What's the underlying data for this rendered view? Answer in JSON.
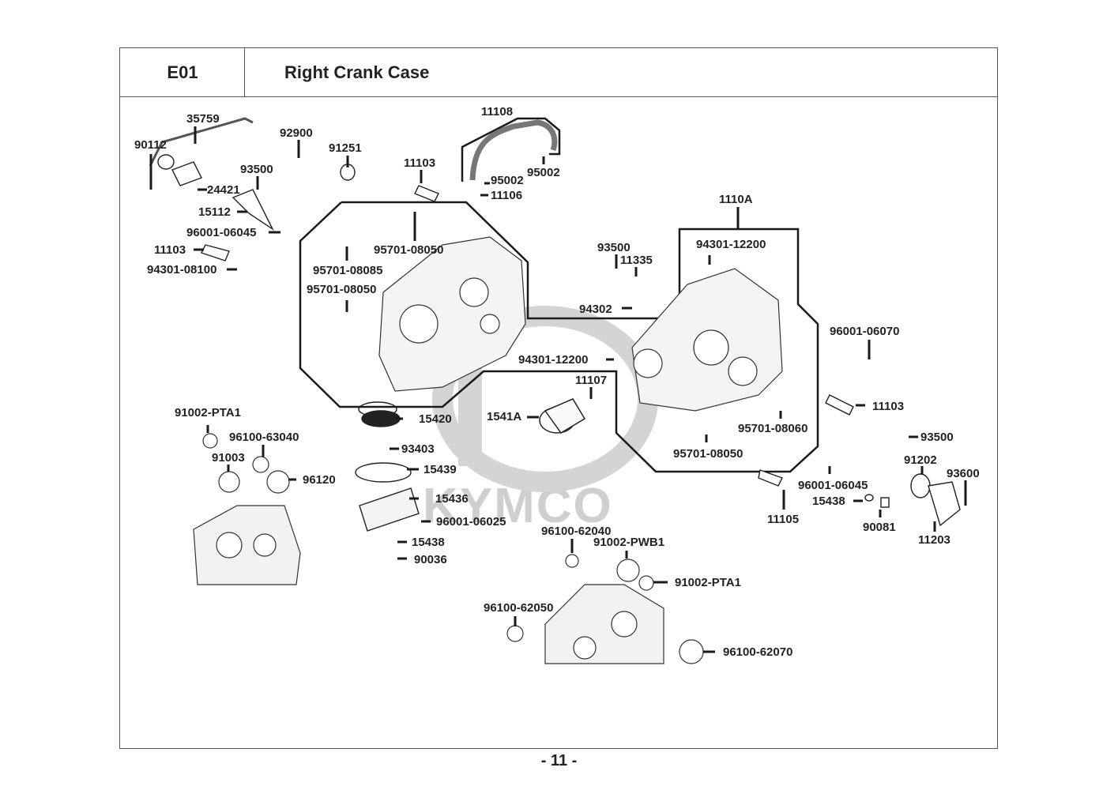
{
  "header": {
    "section_code": "E01",
    "section_title": "Right Crank Case"
  },
  "watermark": {
    "brand": "KYMCO",
    "color": "#cfcfcf"
  },
  "page_number": "- 11 -",
  "colors": {
    "border": "#555555",
    "text": "#222222",
    "leader": "#1a1a1a"
  },
  "callouts": [
    {
      "id": "l1",
      "text": "35759"
    },
    {
      "id": "l2",
      "text": "90112"
    },
    {
      "id": "l3",
      "text": "92900"
    },
    {
      "id": "l4",
      "text": "91251"
    },
    {
      "id": "l5",
      "text": "93500"
    },
    {
      "id": "l6",
      "text": "24421"
    },
    {
      "id": "l7",
      "text": "15112"
    },
    {
      "id": "l8",
      "text": "96001-06045"
    },
    {
      "id": "l9",
      "text": "11103"
    },
    {
      "id": "l10",
      "text": "94301-08100"
    },
    {
      "id": "l11",
      "text": "11108"
    },
    {
      "id": "l12",
      "text": "11103"
    },
    {
      "id": "l13",
      "text": "95002"
    },
    {
      "id": "l14",
      "text": "95002"
    },
    {
      "id": "l15",
      "text": "11106"
    },
    {
      "id": "l16",
      "text": "95701-08050"
    },
    {
      "id": "l17",
      "text": "95701-08085"
    },
    {
      "id": "l18",
      "text": "95701-08050"
    },
    {
      "id": "l19",
      "text": "1110A"
    },
    {
      "id": "l20",
      "text": "94301-12200"
    },
    {
      "id": "l21",
      "text": "93500"
    },
    {
      "id": "l22",
      "text": "11335"
    },
    {
      "id": "l23",
      "text": "94302"
    },
    {
      "id": "l24",
      "text": "94301-12200"
    },
    {
      "id": "l25",
      "text": "11107"
    },
    {
      "id": "l26",
      "text": "1541A"
    },
    {
      "id": "l27",
      "text": "95701-08060"
    },
    {
      "id": "l28",
      "text": "95701-08050"
    },
    {
      "id": "l29",
      "text": "96001-06070"
    },
    {
      "id": "l30",
      "text": "11103"
    },
    {
      "id": "l31",
      "text": "93500"
    },
    {
      "id": "l32",
      "text": "91202"
    },
    {
      "id": "l33",
      "text": "93600"
    },
    {
      "id": "l34",
      "text": "96001-06045"
    },
    {
      "id": "l35",
      "text": "15438"
    },
    {
      "id": "l36",
      "text": "90081"
    },
    {
      "id": "l37",
      "text": "11203"
    },
    {
      "id": "l38",
      "text": "11105"
    },
    {
      "id": "l39",
      "text": "15420"
    },
    {
      "id": "l40",
      "text": "93403"
    },
    {
      "id": "l41",
      "text": "15439"
    },
    {
      "id": "l42",
      "text": "15436"
    },
    {
      "id": "l43",
      "text": "96001-06025"
    },
    {
      "id": "l44",
      "text": "15438"
    },
    {
      "id": "l45",
      "text": "90036"
    },
    {
      "id": "l46",
      "text": "91002-PTA1"
    },
    {
      "id": "l47",
      "text": "96100-63040"
    },
    {
      "id": "l48",
      "text": "91003"
    },
    {
      "id": "l49",
      "text": "96120"
    },
    {
      "id": "l50",
      "text": "96100-62040"
    },
    {
      "id": "l51",
      "text": "91002-PWB1"
    },
    {
      "id": "l52",
      "text": "91002-PTA1"
    },
    {
      "id": "l53",
      "text": "96100-62050"
    },
    {
      "id": "l54",
      "text": "96100-62070"
    }
  ]
}
